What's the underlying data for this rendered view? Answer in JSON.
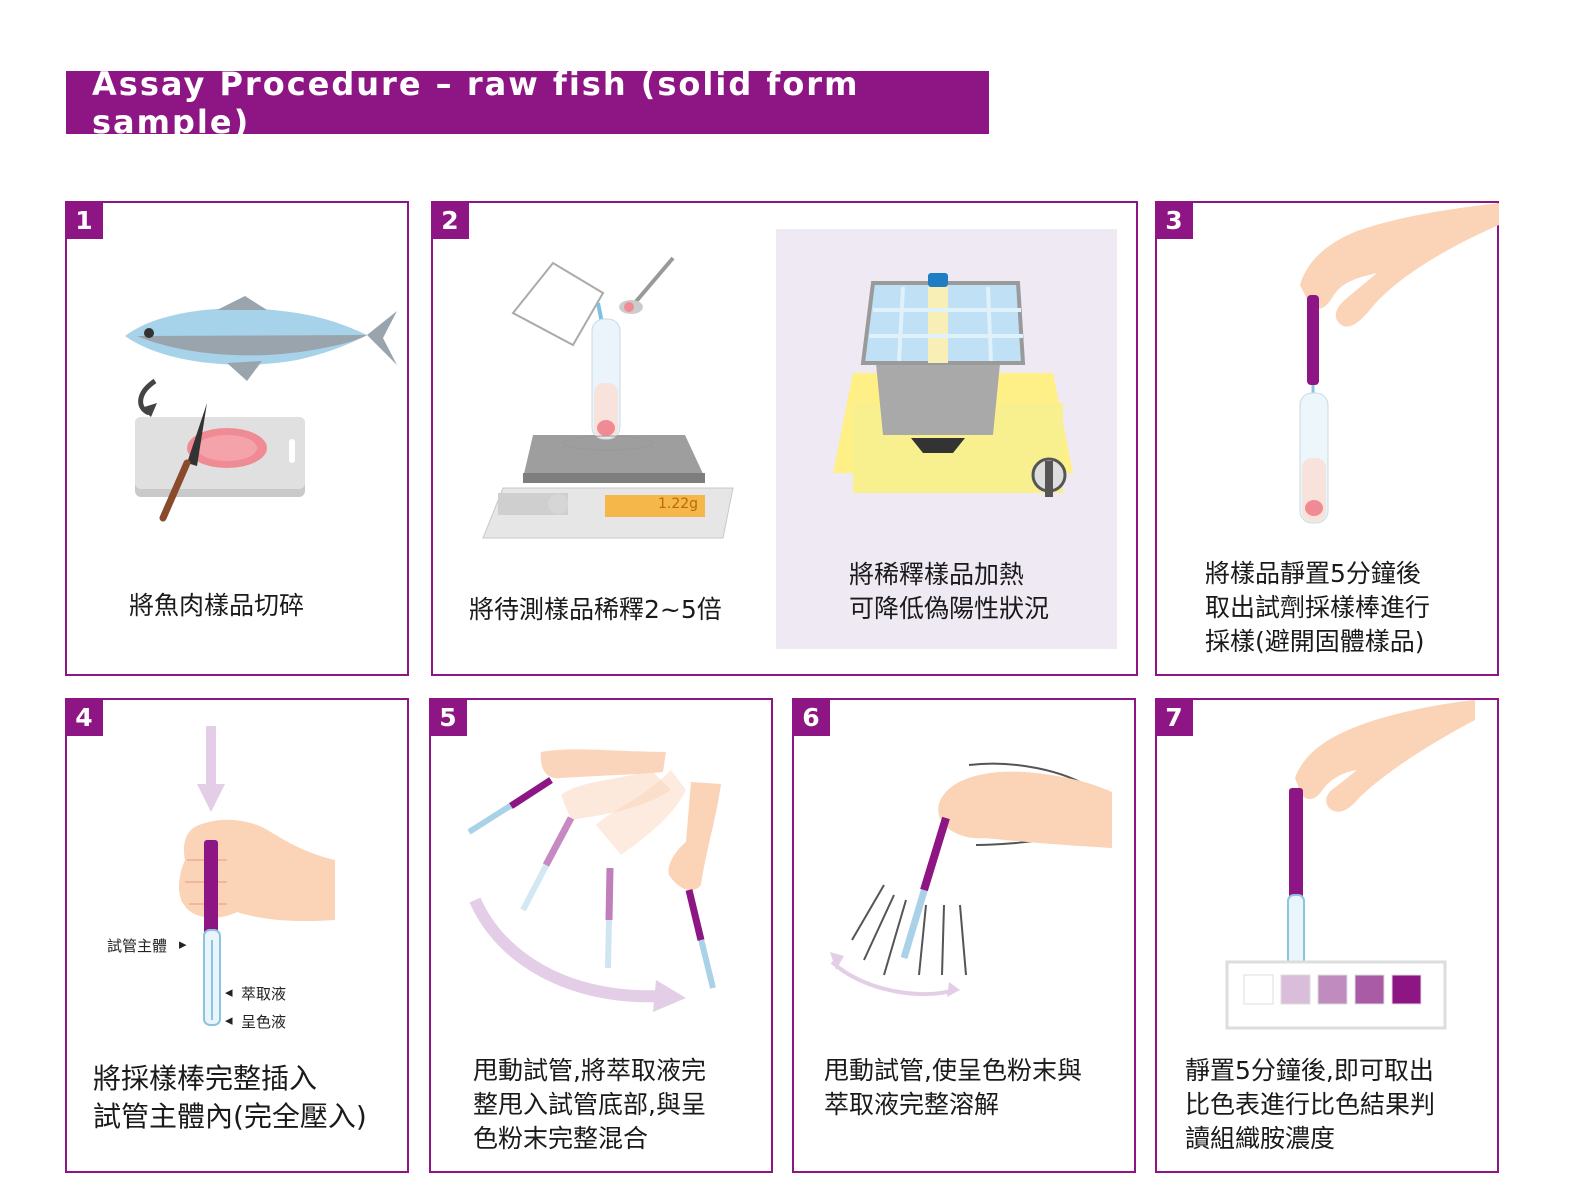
{
  "title": "Assay Procedure – raw fish (solid form sample)",
  "colors": {
    "accent": "#8e1584",
    "heat_panel_bg": "#efe9f3"
  },
  "steps": [
    {
      "number": "1",
      "caption": "將魚肉樣品切碎"
    },
    {
      "number": "2",
      "caption": "將待測樣品稀釋2~5倍",
      "scale_reading": "1.22g",
      "note": "將稀釋樣品加熱\n可降低偽陽性狀況"
    },
    {
      "number": "3",
      "caption": "將樣品靜置5分鐘後\n取出試劑採樣棒進行\n採樣(避開固體樣品)"
    },
    {
      "number": "4",
      "caption": "將採樣棒完整插入\n試管主體內(完全壓入)",
      "labels": {
        "tube_body": "試管主體",
        "extract": "萃取液",
        "color": "呈色液"
      }
    },
    {
      "number": "5",
      "caption": "甩動試管,將萃取液完\n整甩入試管底部,與呈\n色粉末完整混合"
    },
    {
      "number": "6",
      "caption": "甩動試管,使呈色粉末與\n萃取液完整溶解"
    },
    {
      "number": "7",
      "caption": "靜置5分鐘後,即可取出\n比色表進行比色結果判\n讀組織胺濃度",
      "color_chart": [
        "#ffffff",
        "#d9bddb",
        "#c08bbe",
        "#a95ba5",
        "#8e1584"
      ]
    }
  ]
}
